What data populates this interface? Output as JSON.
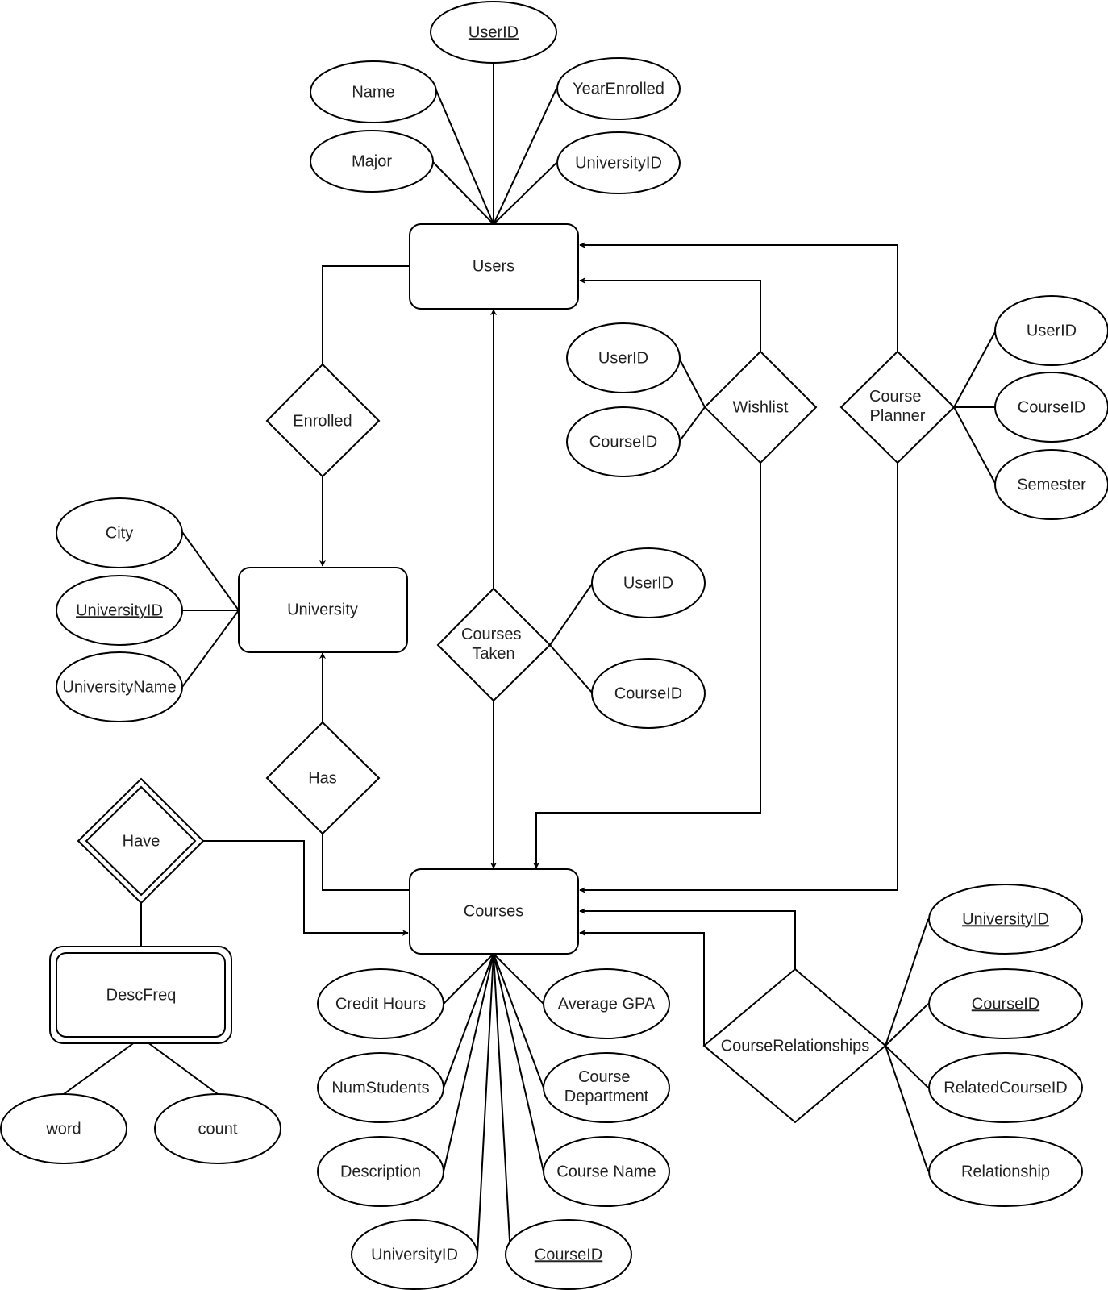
{
  "entities": {
    "users": "Users",
    "university": "University",
    "courses": "Courses",
    "descfreq": "DescFreq"
  },
  "relationships": {
    "enrolled": "Enrolled",
    "has": "Has",
    "have": "Have",
    "courses_taken": [
      "Courses",
      "Taken"
    ],
    "wishlist": "Wishlist",
    "course_planner": [
      "Course",
      "Planner"
    ],
    "course_relationships": "CourseRelationships"
  },
  "attributes": {
    "users": {
      "user_id": "UserID",
      "name": "Name",
      "year_enrolled": "YearEnrolled",
      "major": "Major",
      "university_id": "UniversityID"
    },
    "university": {
      "city": "City",
      "university_id": "UniversityID",
      "university_name": "UniversityName"
    },
    "wishlist": {
      "user_id": "UserID",
      "course_id": "CourseID"
    },
    "course_planner": {
      "user_id": "UserID",
      "course_id": "CourseID",
      "semester": "Semester"
    },
    "courses_taken": {
      "user_id": "UserID",
      "course_id": "CourseID"
    },
    "courses": {
      "credit_hours": "Credit Hours",
      "average_gpa": "Average GPA",
      "num_students": "NumStudents",
      "course_department": [
        "Course",
        "Department"
      ],
      "description": "Description",
      "course_name": "Course Name",
      "university_id": "UniversityID",
      "course_id": "CourseID"
    },
    "course_relationships": {
      "university_id": "UniversityID",
      "course_id": "CourseID",
      "related_course_id": "RelatedCourseID",
      "relationship": "Relationship"
    },
    "descfreq": {
      "word": "word",
      "count": "count"
    }
  }
}
